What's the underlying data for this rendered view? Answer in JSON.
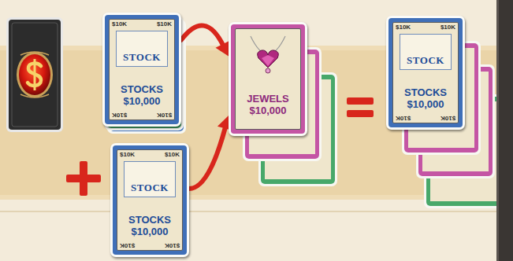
{
  "diagram": {
    "nodes": [
      {
        "text": [
          "$10K",
          "$10K",
          "STOCK",
          "STOCKS $10,000",
          "$10K",
          "$10K"
        ]
      },
      {
        "text": [
          "$10K",
          "$10K",
          "STOCK",
          "STOCKS $10,000",
          "$10K",
          "$10K"
        ]
      },
      {
        "text": [
          "JEWELS $10,000"
        ]
      },
      {
        "text": [
          "$10K",
          "$10K",
          "STOCK",
          "STOCKS $10,000",
          "$10K",
          "$10K"
        ]
      }
    ],
    "edges": [
      {
        "from": 0,
        "to": 2,
        "arrow": "to"
      },
      {
        "from": 1,
        "to": 2,
        "arrow": "to"
      }
    ]
  }
}
